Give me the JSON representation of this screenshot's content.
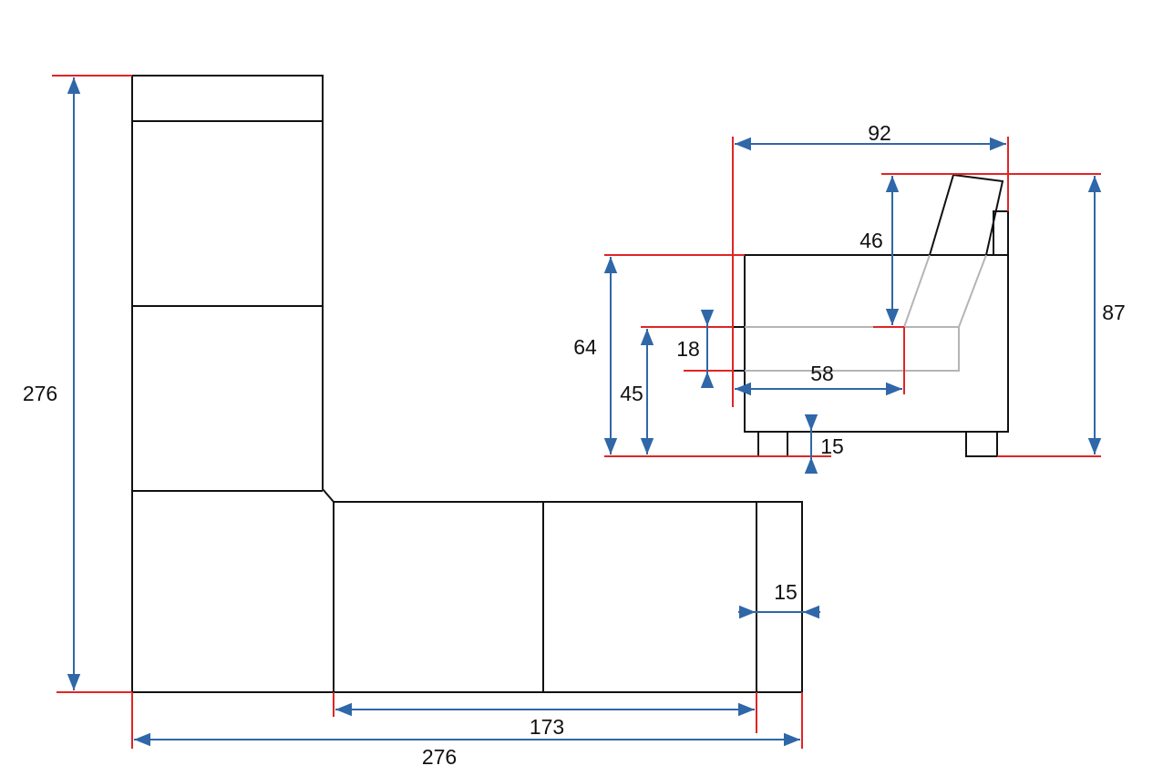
{
  "colors": {
    "outline": "#111111",
    "extension_line": "#e02525",
    "dimension_line": "#2f67a8",
    "hidden_line": "#b5b5b5"
  },
  "top_view": {
    "total_height": "276",
    "total_width": "276",
    "chaise_seat_width": "173",
    "armrest_width": "15"
  },
  "side_view": {
    "depth": "92",
    "back_height": "46",
    "total_height": "87",
    "arm_height": "64",
    "seat_height": "45",
    "cushion_thickness": "18",
    "seat_depth": "58",
    "leg_height": "15"
  }
}
